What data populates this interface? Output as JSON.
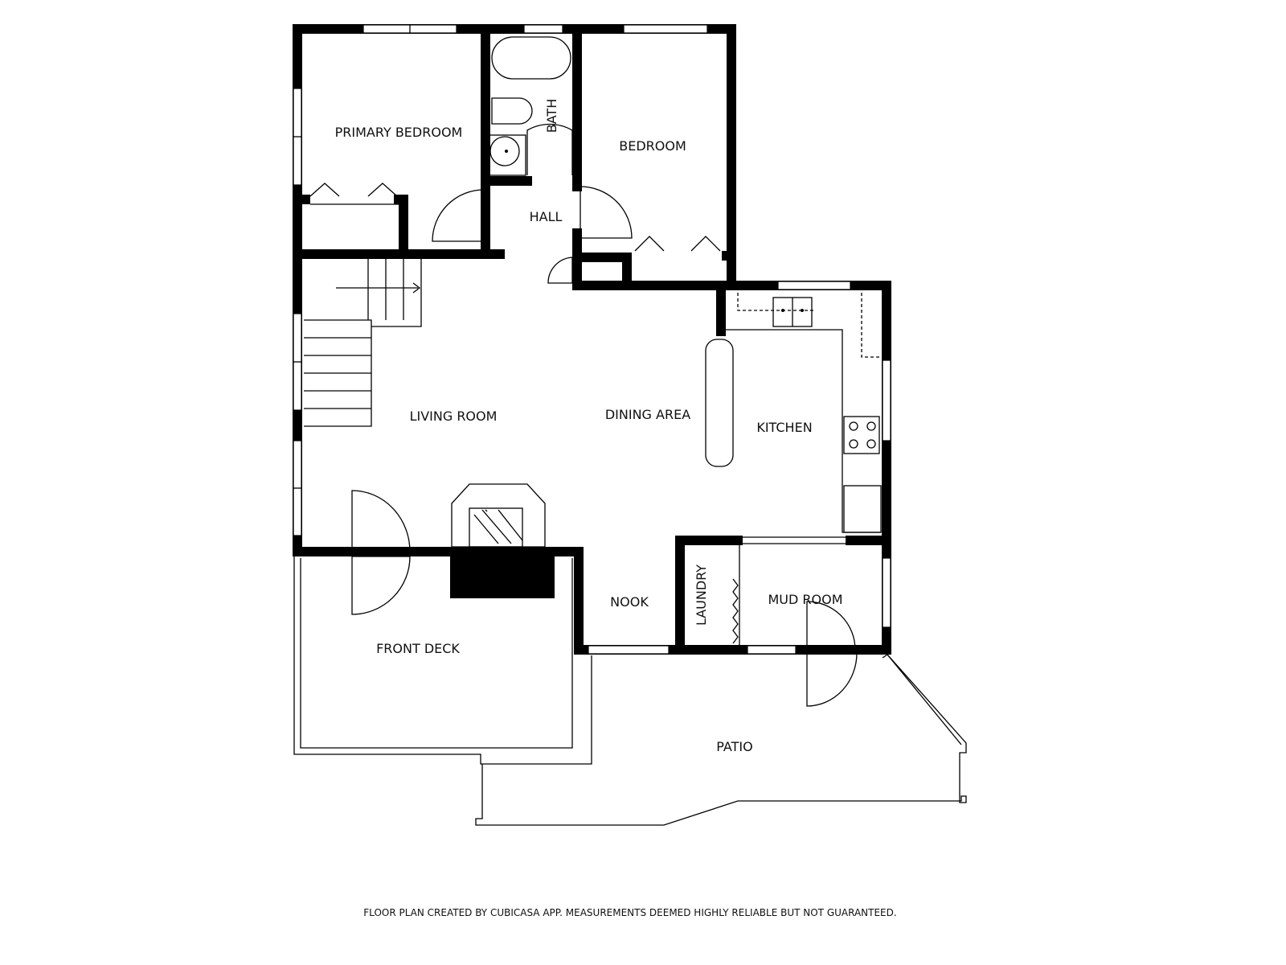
{
  "rooms": {
    "primary_bedroom": "PRIMARY BEDROOM",
    "bath": "BATH",
    "bedroom": "BEDROOM",
    "hall": "HALL",
    "living_room": "LIVING ROOM",
    "dining_area": "DINING AREA",
    "kitchen": "KITCHEN",
    "nook": "NOOK",
    "laundry": "LAUNDRY",
    "mud_room": "MUD ROOM",
    "front_deck": "FRONT DECK",
    "patio": "PATIO"
  },
  "footer": "FLOOR PLAN CREATED BY CUBICASA APP. MEASUREMENTS DEEMED HIGHLY RELIABLE BUT NOT GUARANTEED."
}
